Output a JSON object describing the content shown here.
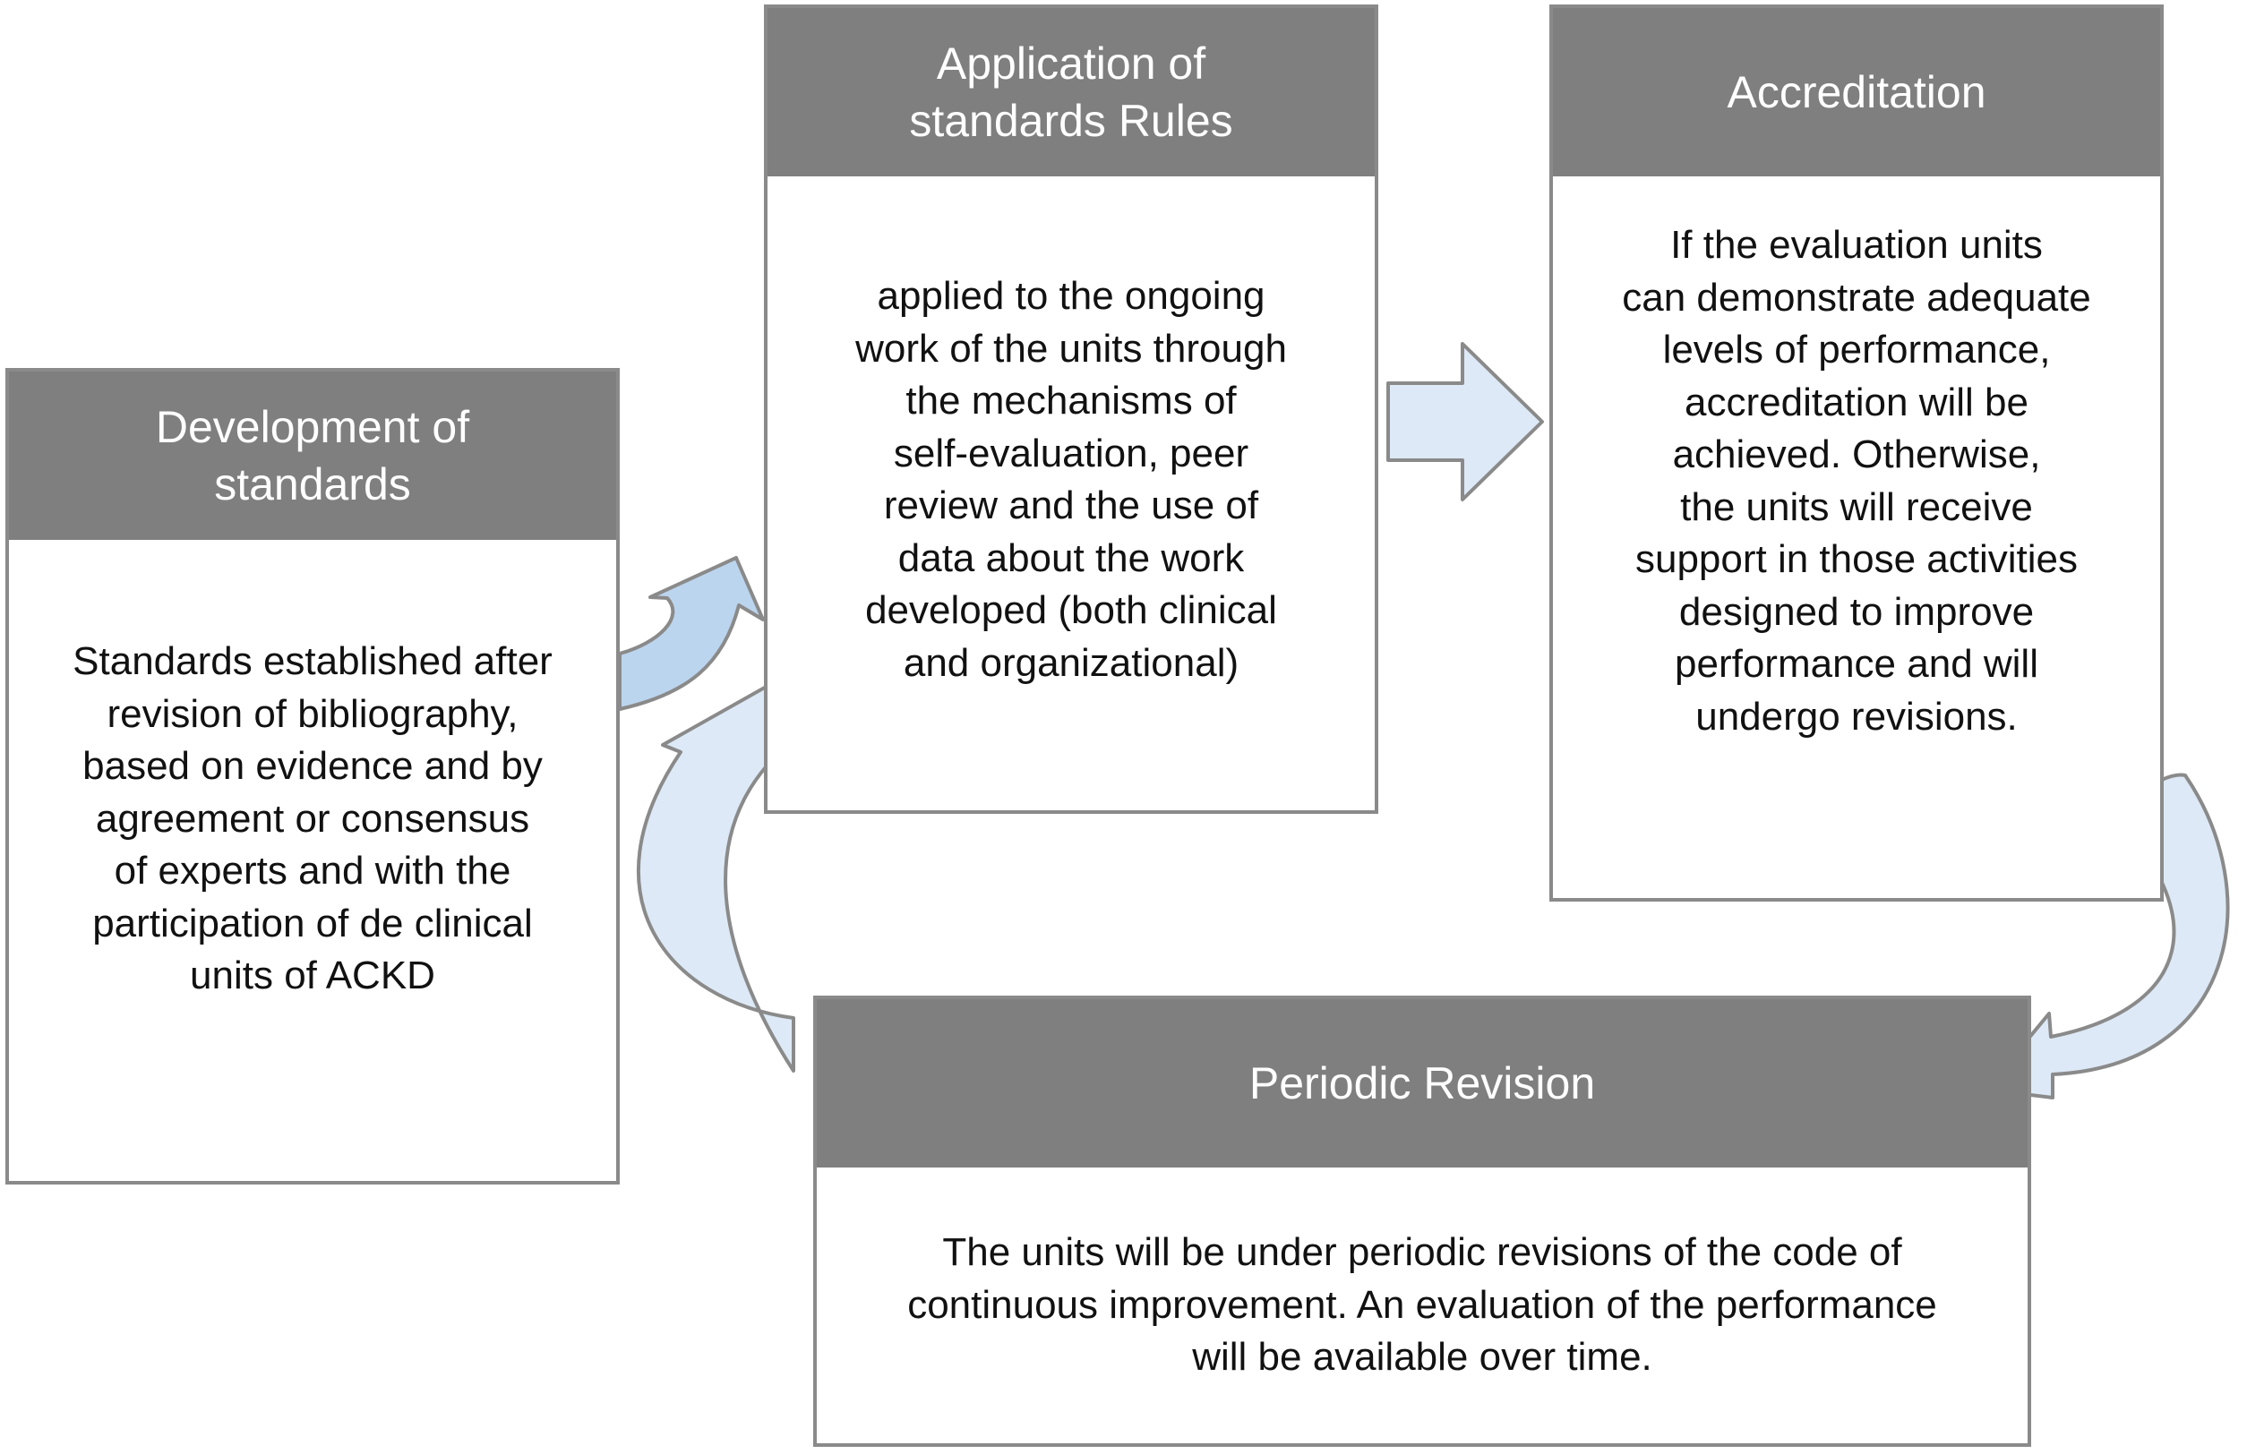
{
  "boxes": {
    "development": {
      "title": "Development of\nstandards",
      "body": "Standards established after\nrevision of bibliography,\nbased on evidence and by\nagreement or consensus\nof experts and with the\nparticipation of de clinical\nunits of ACKD"
    },
    "application": {
      "title": "Application of\nstandards Rules",
      "body": "applied to the ongoing\nwork of the units through\nthe mechanisms of\nself-evaluation, peer\nreview and the use of\ndata about the work\ndeveloped (both clinical\nand organizational)"
    },
    "accreditation": {
      "title": "Accreditation",
      "body": "If the evaluation units\ncan demonstrate adequate\nlevels of performance,\naccreditation will be\nachieved. Otherwise,\nthe units will receive\nsupport in those activities\ndesigned to improve\nperformance and will\nundergo revisions."
    },
    "revision": {
      "title": "Periodic Revision",
      "body": "The units will be under periodic revisions of the code of\ncontinuous improvement. An evaluation of the performance\nwill be available over time."
    }
  },
  "colors": {
    "header_fill": "#7f7f7f",
    "header_text": "#ffffff",
    "box_border": "#8a8a8a",
    "arrow_fill_light": "#dde9f6",
    "arrow_fill_medium": "#bcd5ee",
    "arrow_stroke": "#8a8a8a"
  }
}
